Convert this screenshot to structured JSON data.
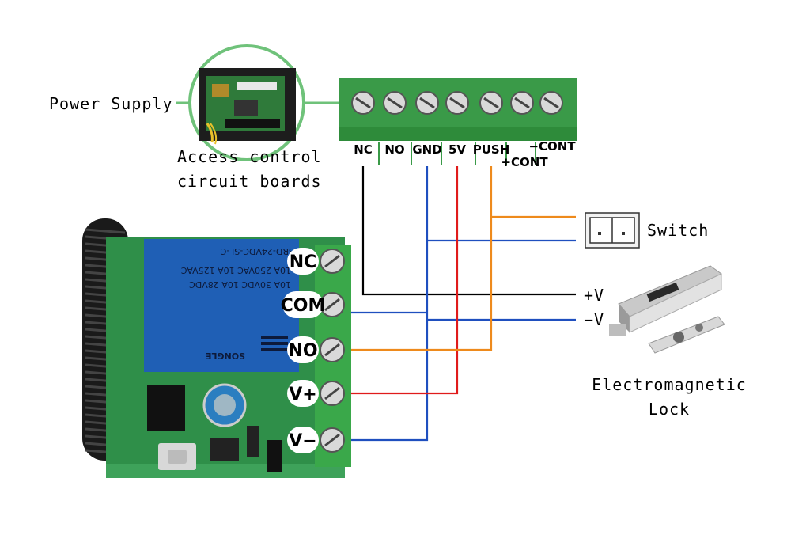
{
  "labels": {
    "power_supply": "Power Supply",
    "access_control_line1": "Access control",
    "access_control_line2": "circuit boards",
    "switch": "Switch",
    "plus_v": "+V",
    "minus_v": "−V",
    "lock_line1": "Electromagnetic",
    "lock_line2": "Lock"
  },
  "terminal_block": {
    "terminals": [
      "NC",
      "NO",
      "GND",
      "5V",
      "PUSH",
      "+CONT",
      "−CONT"
    ]
  },
  "relay_module": {
    "relay_brand": "SONGLE",
    "relay_model": "SRD-24VDC-SL-C",
    "relay_rating_1": "10A 250VAC  10A 125VAC",
    "relay_rating_2": "10A 30VDC  10A 28VDC",
    "pins": [
      "NC",
      "COM",
      "NO",
      "V+",
      "V−"
    ]
  },
  "colors": {
    "nc_wire": "#000000",
    "gnd_wire": "#1f4fbf",
    "v5_wire": "#e01b1b",
    "push_wire": "#ee8a1c",
    "terminal_green": "#2e8b3a",
    "relay_blue": "#1f5fb5"
  }
}
